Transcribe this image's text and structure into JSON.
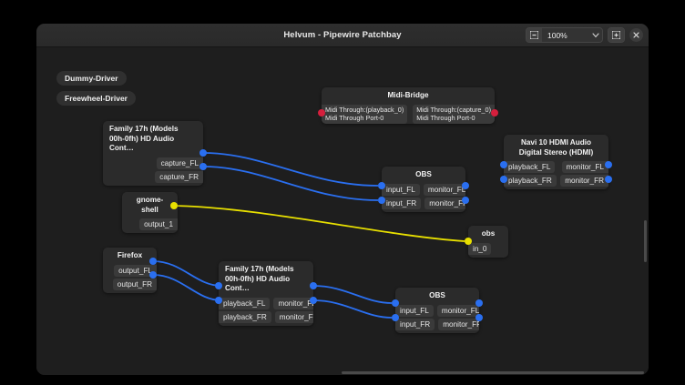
{
  "window": {
    "title": "Helvum - Pipewire Patchbay",
    "zoom_value": "100%",
    "zoom_out_label": "−",
    "zoom_in_label": "+",
    "close_label": "×"
  },
  "colors": {
    "audio_port": "#2a6ff0",
    "midi_port": "#d61f3d",
    "video_port": "#e8e000",
    "node_bg": "#2b2b2b",
    "canvas_bg": "#1e1e1e",
    "titlebar_bg": "#2e2e2e"
  },
  "pills": [
    {
      "label": "Dummy-Driver"
    },
    {
      "label": "Freewheel-Driver"
    }
  ],
  "nodes": [
    {
      "id": "family17h-capture",
      "title": "Family 17h (Models\n00h-0fh) HD Audio Cont…",
      "title_align": "left",
      "outputs": [
        "capture_FL",
        "capture_FR"
      ],
      "inputs": []
    },
    {
      "id": "midi-bridge",
      "title": "Midi-Bridge",
      "title_align": "center",
      "inputs": [
        "Midi Through:(playback_0)\nMidi Through Port-0"
      ],
      "outputs": [
        "Midi Through:(capture_0)\nMidi Through Port-0"
      ],
      "port_type": "midi"
    },
    {
      "id": "obs-top",
      "title": "OBS",
      "title_align": "center",
      "inputs": [
        "input_FL",
        "input_FR"
      ],
      "outputs": [
        "monitor_FL",
        "monitor_FR"
      ]
    },
    {
      "id": "navi10-hdmi",
      "title": "Navi 10 HDMI Audio\nDigital Stereo (HDMI)",
      "title_align": "center",
      "inputs": [
        "playback_FL",
        "playback_FR"
      ],
      "outputs": [
        "monitor_FL",
        "monitor_FR"
      ]
    },
    {
      "id": "gnome-shell",
      "title": "gnome-shell",
      "title_align": "center",
      "outputs": [
        "output_1"
      ],
      "port_type": "video"
    },
    {
      "id": "obs-video",
      "title": "obs",
      "title_align": "center",
      "inputs": [
        "in_0"
      ],
      "port_type": "video"
    },
    {
      "id": "firefox",
      "title": "Firefox",
      "title_align": "center",
      "outputs": [
        "output_FL",
        "output_FR"
      ]
    },
    {
      "id": "family17h-playback",
      "title": "Family 17h (Models\n00h-0fh) HD Audio Cont…",
      "title_align": "left",
      "inputs": [
        "playback_FL",
        "playback_FR"
      ],
      "outputs": [
        "monitor_FL",
        "monitor_FR"
      ]
    },
    {
      "id": "obs-bottom",
      "title": "OBS",
      "title_align": "center",
      "inputs": [
        "input_FL",
        "input_FR"
      ],
      "outputs": [
        "monitor_FL",
        "monitor_FR"
      ]
    }
  ],
  "links": [
    {
      "from": "family17h-capture.capture_FL",
      "to": "obs-top.input_FL",
      "type": "audio"
    },
    {
      "from": "family17h-capture.capture_FR",
      "to": "obs-top.input_FR",
      "type": "audio"
    },
    {
      "from": "gnome-shell.output_1",
      "to": "obs-video.in_0",
      "type": "video"
    },
    {
      "from": "firefox.output_FL",
      "to": "family17h-playback.playback_FL",
      "type": "audio"
    },
    {
      "from": "firefox.output_FR",
      "to": "family17h-playback.playback_FR",
      "type": "audio"
    },
    {
      "from": "family17h-playback.monitor_FL",
      "to": "obs-bottom.input_FL",
      "type": "audio"
    },
    {
      "from": "family17h-playback.monitor_FR",
      "to": "obs-bottom.input_FR",
      "type": "audio"
    }
  ]
}
